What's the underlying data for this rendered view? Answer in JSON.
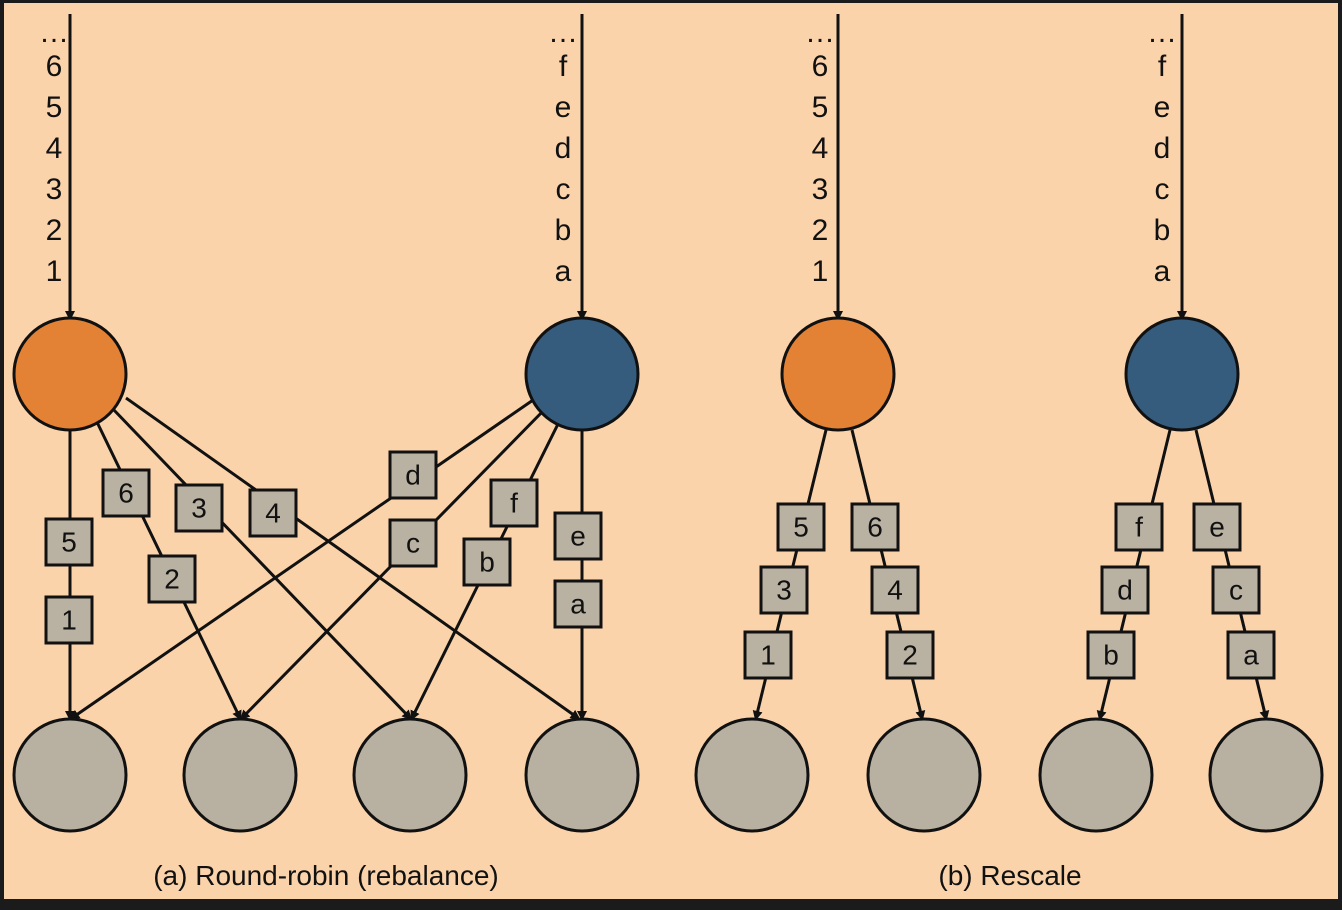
{
  "colors": {
    "background": "#fad3ab",
    "source_orange": "#e38135",
    "source_blue": "#355c7d",
    "sink_gray": "#b8b1a2",
    "record_box": "#b9b1a1"
  },
  "panels": [
    {
      "caption": "(a) Round-robin (rebalance)",
      "sources": [
        {
          "stream": [
            "…",
            "6",
            "5",
            "4",
            "3",
            "2",
            "1"
          ],
          "color": "orange"
        },
        {
          "stream": [
            "…",
            "f",
            "e",
            "d",
            "c",
            "b",
            "a"
          ],
          "color": "blue"
        }
      ],
      "sinks": 4,
      "records": [
        "5",
        "1",
        "6",
        "2",
        "3",
        "4",
        "d",
        "c",
        "f",
        "b",
        "e",
        "a"
      ]
    },
    {
      "caption": "(b) Rescale",
      "sources": [
        {
          "stream": [
            "…",
            "6",
            "5",
            "4",
            "3",
            "2",
            "1"
          ],
          "color": "orange"
        },
        {
          "stream": [
            "…",
            "f",
            "e",
            "d",
            "c",
            "b",
            "a"
          ],
          "color": "blue"
        }
      ],
      "sinks": 4,
      "records": [
        "5",
        "3",
        "1",
        "6",
        "4",
        "2",
        "f",
        "d",
        "b",
        "e",
        "c",
        "a"
      ]
    }
  ]
}
